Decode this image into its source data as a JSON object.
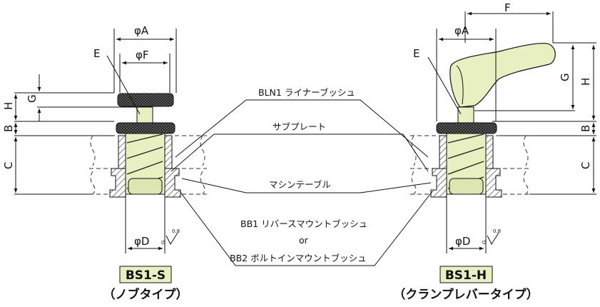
{
  "colors": {
    "accent": "#e8efc0",
    "ink": "#111111",
    "hatch": "#444444"
  },
  "dimensions": {
    "left": {
      "phiA": "φA",
      "phiF": "φF",
      "E": "E",
      "H": "H",
      "G": "G",
      "B": "B",
      "C": "C",
      "phiD": "φD",
      "roughness": "0.8",
      "roughness_g": "G"
    },
    "right": {
      "F": "F",
      "phiA": "φA",
      "E": "E",
      "G": "G",
      "H": "H",
      "B": "B",
      "C": "C",
      "phiD": "φD",
      "roughness": "0.8",
      "roughness_g": "G"
    }
  },
  "callouts": {
    "liner_bush": "BLN1 ライナーブッシュ",
    "sub_plate": "サブプレート",
    "machine_table": "マシンテーブル",
    "bb1": "BB1 リバースマウントブッシュ",
    "or": "or",
    "bb2": "BB2 ボルトインマウントブッシュ"
  },
  "models": {
    "left": {
      "name": "BS1-S",
      "type": "（ノブタイプ）"
    },
    "right": {
      "name": "BS1-H",
      "type": "（クランプレバータイプ）"
    }
  }
}
